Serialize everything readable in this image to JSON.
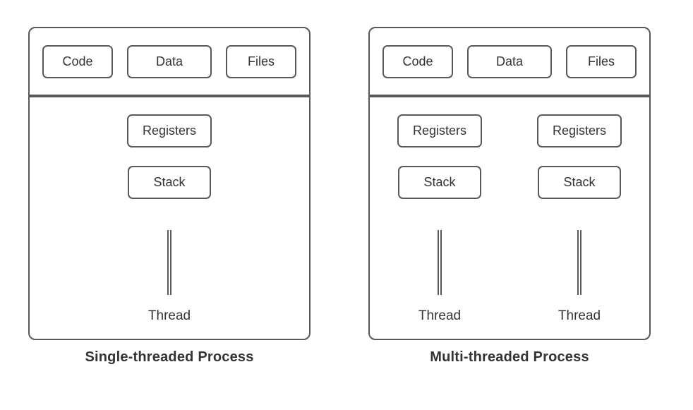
{
  "colors": {
    "border": "#595959",
    "divider": "#595959",
    "box_fill": "#ffffff",
    "label_text": "#333333",
    "caption_text": "#333333",
    "background": "#ffffff"
  },
  "diagrams": [
    {
      "id": "single-threaded",
      "caption": "Single-threaded Process",
      "top_boxes": [
        {
          "label": "Code"
        },
        {
          "label": "Data"
        },
        {
          "label": "Files"
        }
      ],
      "threads": [
        {
          "registers_label": "Registers",
          "stack_label": "Stack",
          "thread_label": "Thread"
        }
      ]
    },
    {
      "id": "multi-threaded",
      "caption": "Multi-threaded Process",
      "top_boxes": [
        {
          "label": "Code"
        },
        {
          "label": "Data"
        },
        {
          "label": "Files"
        }
      ],
      "threads": [
        {
          "registers_label": "Registers",
          "stack_label": "Stack",
          "thread_label": "Thread"
        },
        {
          "registers_label": "Registers",
          "stack_label": "Stack",
          "thread_label": "Thread"
        }
      ]
    }
  ]
}
